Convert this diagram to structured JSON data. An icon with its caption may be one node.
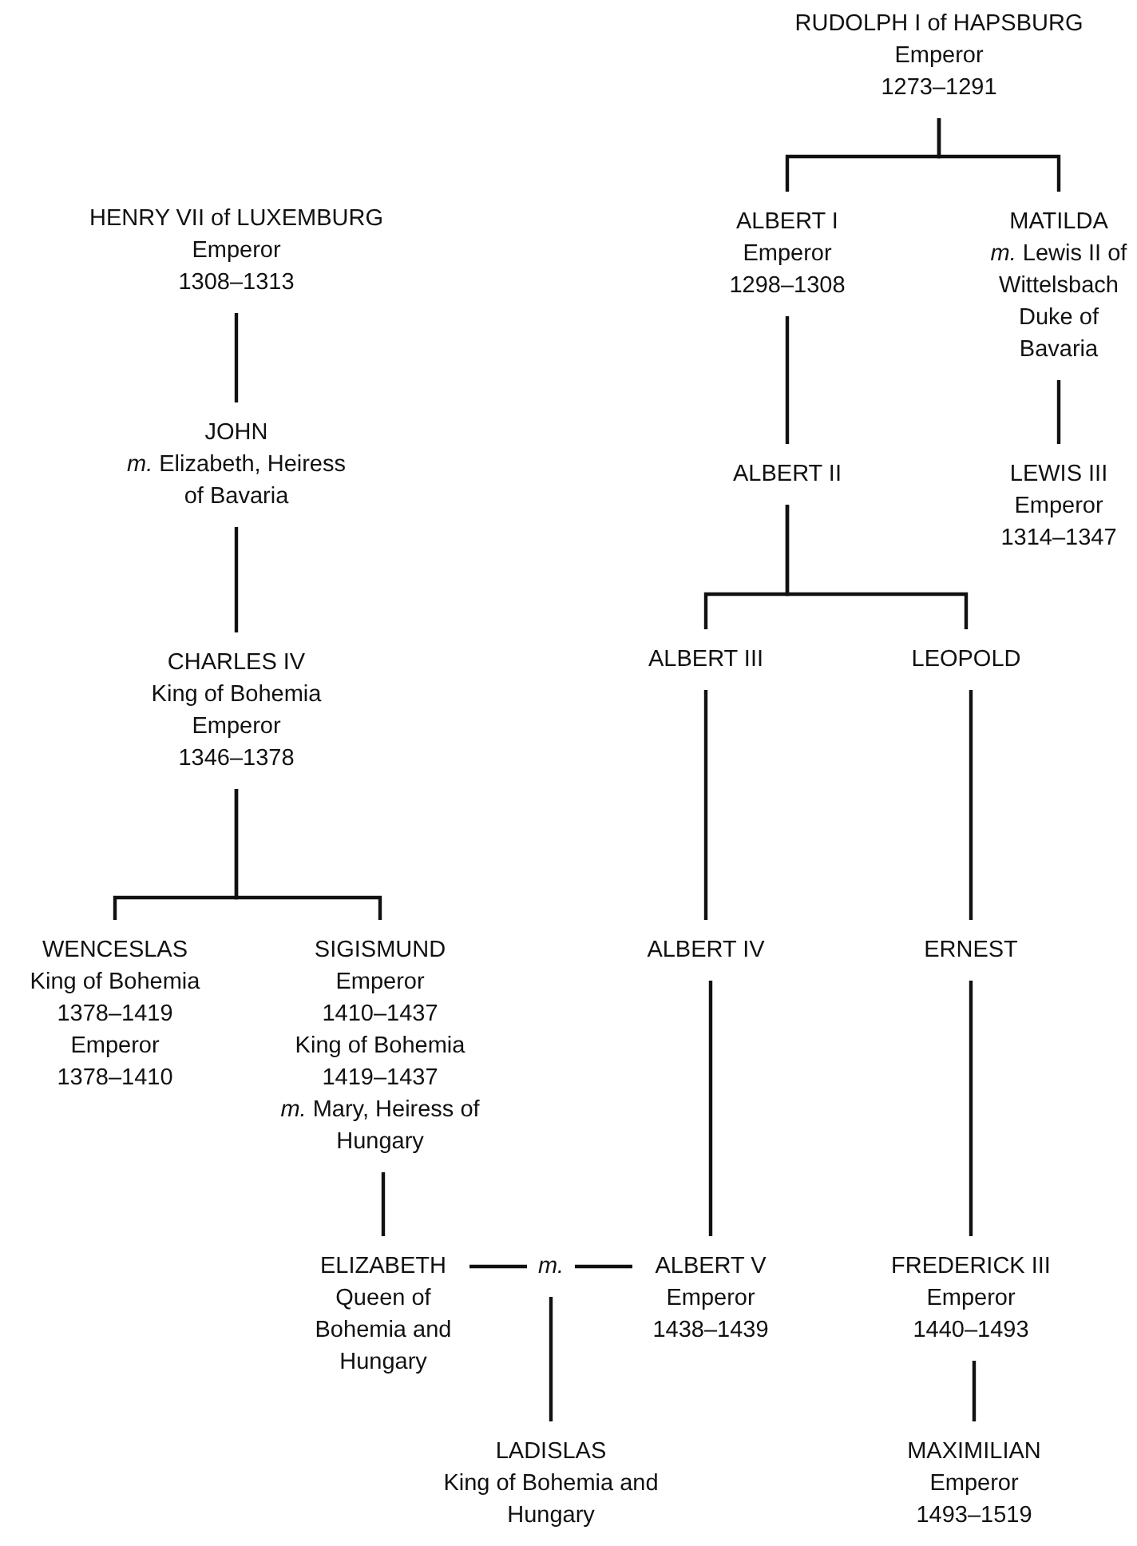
{
  "diagram": {
    "nodes": [
      {
        "text": [
          "HENRY VII of LUXEMBURG",
          "Emperor",
          "1308–1313"
        ]
      },
      {
        "text": [
          "RUDOLPH I of HAPSBURG",
          "Emperor",
          "1273–1291"
        ]
      },
      {
        "text": [
          "ALBERT I",
          "Emperor",
          "1298–1308"
        ]
      },
      {
        "text": [
          "MATILDA",
          "*m.* Lewis II of Wittelsbach Duke of Bavaria"
        ]
      },
      {
        "text": [
          "JOHN",
          "*m.* Elizabeth, Heiress of Bavaria"
        ]
      },
      {
        "text": [
          "ALBERT II"
        ]
      },
      {
        "text": [
          "LEWIS III",
          "Emperor",
          "1314–1347"
        ]
      },
      {
        "text": [
          "CHARLES IV",
          "King of Bohemia",
          "Emperor",
          "1346–1378"
        ]
      },
      {
        "text": [
          "ALBERT III"
        ]
      },
      {
        "text": [
          "LEOPOLD"
        ]
      },
      {
        "text": [
          "WENCESLAS",
          "King of Bohemia",
          "1378–1419",
          "Emperor",
          "1378–1410"
        ]
      },
      {
        "text": [
          "SIGISMUND",
          "Emperor",
          "1410–1437",
          "King of Bohemia",
          "1419–1437",
          "*m.* Mary, Heiress of Hungary"
        ]
      },
      {
        "text": [
          "ALBERT IV"
        ]
      },
      {
        "text": [
          "ERNEST"
        ]
      },
      {
        "text": [
          "ELIZABETH",
          "Queen of Bohemia and Hungary"
        ]
      },
      {
        "text": [
          "m."
        ]
      },
      {
        "text": [
          "ALBERT V",
          "Emperor",
          "1438–1439"
        ]
      },
      {
        "text": [
          "FREDERICK III",
          "Emperor",
          "1440–1493"
        ]
      },
      {
        "text": [
          "LADISLAS",
          "King of Bohemia and Hungary"
        ]
      },
      {
        "text": [
          "MAXIMILIAN",
          "Emperor",
          "1493–1519"
        ]
      }
    ],
    "edges": [
      {
        "from": 1,
        "to": 2,
        "arrow": "none"
      },
      {
        "from": 1,
        "to": 3,
        "arrow": "none"
      },
      {
        "from": 0,
        "to": 4,
        "arrow": "none"
      },
      {
        "from": 2,
        "to": 5,
        "arrow": "none"
      },
      {
        "from": 3,
        "to": 6,
        "arrow": "none"
      },
      {
        "from": 4,
        "to": 7,
        "arrow": "none"
      },
      {
        "from": 5,
        "to": 8,
        "arrow": "none"
      },
      {
        "from": 5,
        "to": 9,
        "arrow": "none"
      },
      {
        "from": 7,
        "to": 10,
        "arrow": "none"
      },
      {
        "from": 7,
        "to": 11,
        "arrow": "none"
      },
      {
        "from": 8,
        "to": 12,
        "arrow": "none"
      },
      {
        "from": 9,
        "to": 13,
        "arrow": "none"
      },
      {
        "from": 11,
        "to": 14,
        "arrow": "none"
      },
      {
        "from": 12,
        "to": 16,
        "arrow": "none"
      },
      {
        "from": 13,
        "to": 17,
        "arrow": "none"
      },
      {
        "from": 14,
        "to": 15,
        "arrow": "none"
      },
      {
        "from": 15,
        "to": 16,
        "arrow": "none"
      },
      {
        "from": 15,
        "to": 18,
        "arrow": "none"
      },
      {
        "from": 17,
        "to": 19,
        "arrow": "none"
      }
    ]
  }
}
